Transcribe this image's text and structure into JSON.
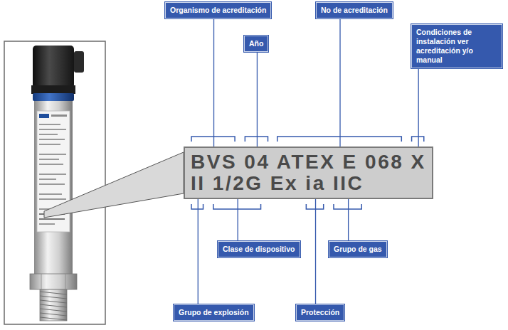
{
  "diagram": {
    "nodes": [
      {
        "text": [
          "Organismo de acreditación"
        ]
      },
      {
        "text": [
          "No de acreditación"
        ]
      },
      {
        "text": [
          "Condiciones de instalación ver acreditación y/o manual"
        ]
      },
      {
        "text": [
          "Año"
        ]
      },
      {
        "text": [
          "BVS 04 ATEX E 068 X",
          "II 1/2G Ex ia IIC"
        ]
      },
      {
        "text": [
          "Clase de dispositivo"
        ]
      },
      {
        "text": [
          "Grupo de gas"
        ]
      },
      {
        "text": [
          "Grupo de explosión"
        ]
      },
      {
        "text": [
          "Protección"
        ]
      }
    ],
    "edges": [
      {
        "from": 0,
        "to": 4,
        "arrow": "none"
      },
      {
        "from": 1,
        "to": 4,
        "arrow": "none"
      },
      {
        "from": 2,
        "to": 4,
        "arrow": "none"
      },
      {
        "from": 3,
        "to": 4,
        "arrow": "none"
      },
      {
        "from": 4,
        "to": 5,
        "arrow": "none"
      },
      {
        "from": 4,
        "to": 6,
        "arrow": "none"
      },
      {
        "from": 4,
        "to": 7,
        "arrow": "none"
      },
      {
        "from": 4,
        "to": 8,
        "arrow": "none"
      }
    ]
  }
}
